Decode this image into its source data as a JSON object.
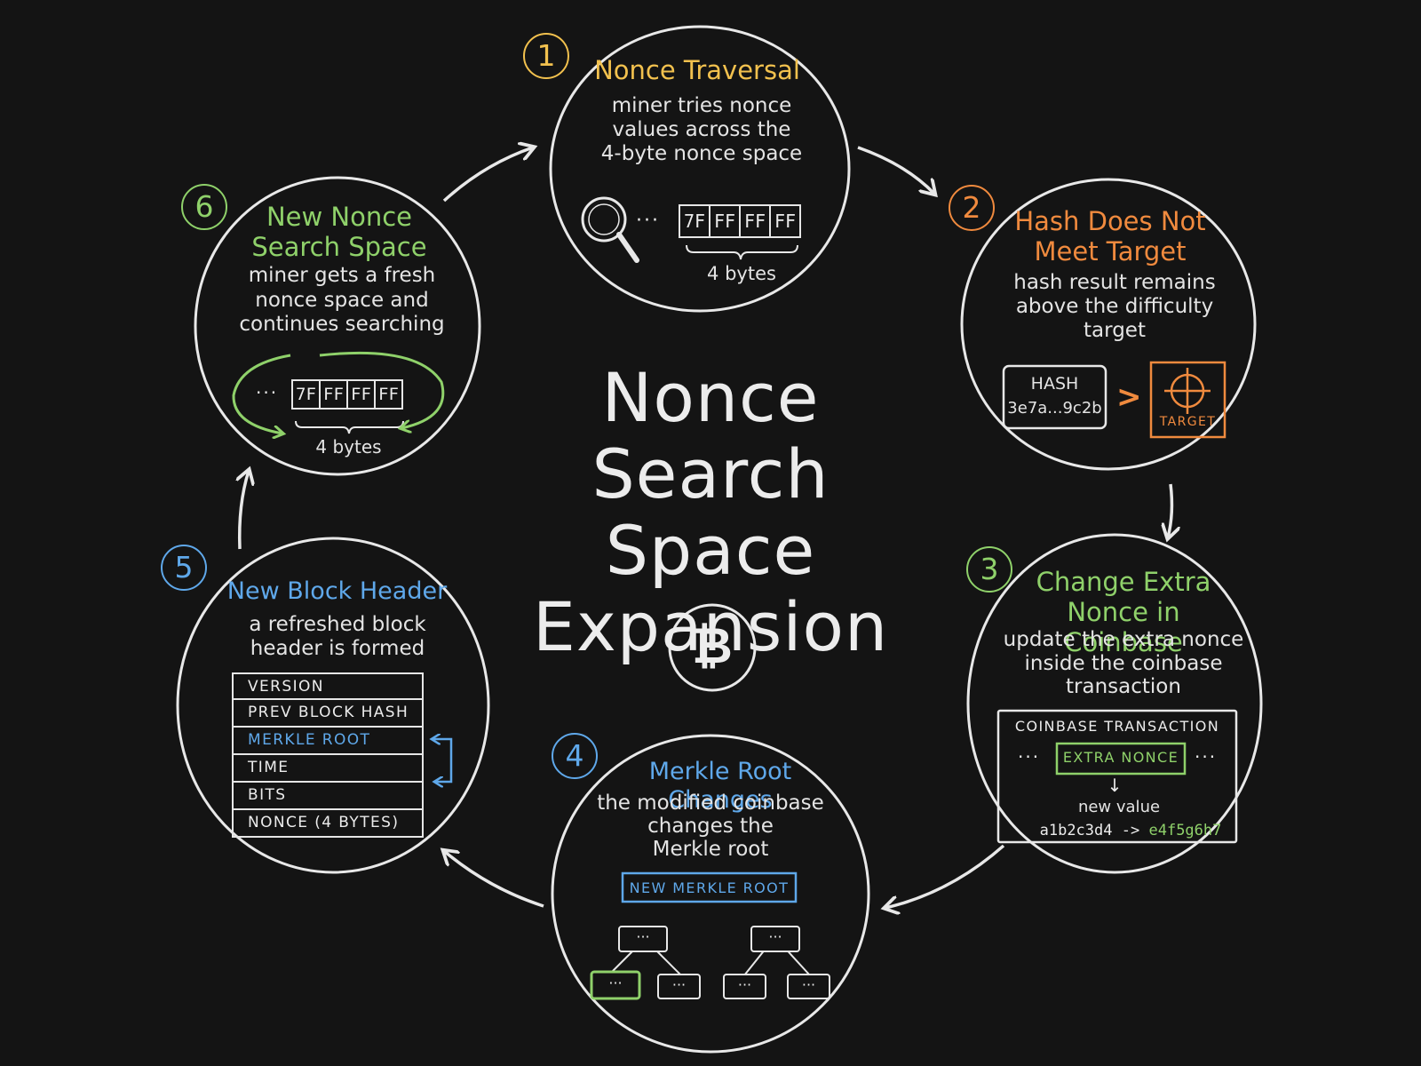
{
  "title": {
    "line1": "Nonce",
    "line2": "Search Space",
    "line3": "Expansion"
  },
  "center_icon": "bitcoin-icon",
  "colors": {
    "background": "#141414",
    "chalk": "#ececec",
    "step1": "#f2c14e",
    "step2": "#f08a3e",
    "step3": "#8fd16a",
    "step4": "#5fa8ea",
    "step5": "#5fa8ea",
    "step6": "#8fd16a"
  },
  "steps": [
    {
      "number": "1",
      "title": "Nonce Traversal",
      "description": [
        "miner tries nonce",
        "values across the",
        "4-byte nonce space"
      ],
      "icon": "magnifier-icon",
      "ellipsis": "···",
      "bytes": [
        "7F",
        "FF",
        "FF",
        "FF"
      ],
      "bytes_label": "4 bytes"
    },
    {
      "number": "2",
      "title": [
        "Hash Does Not",
        "Meet Target"
      ],
      "description": [
        "hash result remains",
        "above the difficulty",
        "target"
      ],
      "hash_label": "HASH",
      "hash_value": "3e7a...9c2b",
      "comparator": ">",
      "target_label": "TARGET",
      "icon": "crosshair-icon"
    },
    {
      "number": "3",
      "title": [
        "Change Extra",
        "Nonce in Coinbase"
      ],
      "description": [
        "update the extra nonce",
        "inside the coinbase",
        "transaction"
      ],
      "box_label": "COINBASE TRANSACTION",
      "ellipsis": "···",
      "field": "EXTRA NONCE",
      "arrow": "↓",
      "new_value_label": "new value",
      "old_value": "a1b2c3d4",
      "value_arrow": "->",
      "new_value": "e4f5g6h7"
    },
    {
      "number": "4",
      "title": "Merkle Root Changes",
      "description": [
        "the modified coinbase",
        "changes the",
        "Merkle root"
      ],
      "root_label": "NEW MERKLE ROOT",
      "node_label": "···"
    },
    {
      "number": "5",
      "title": "New Block Header",
      "description": [
        "a refreshed block",
        "header is formed"
      ],
      "rows": [
        "VERSION",
        "PREV BLOCK HASH",
        "MERKLE ROOT",
        "TIME",
        "BITS",
        "NONCE (4 BYTES)"
      ]
    },
    {
      "number": "6",
      "title": [
        "New Nonce",
        "Search Space"
      ],
      "description": [
        "miner gets a fresh",
        "nonce space and",
        "continues searching"
      ],
      "ellipsis": "···",
      "bytes": [
        "7F",
        "FF",
        "FF",
        "FF"
      ],
      "bytes_label": "4 bytes",
      "icon": "cycle-arrows-icon"
    }
  ]
}
